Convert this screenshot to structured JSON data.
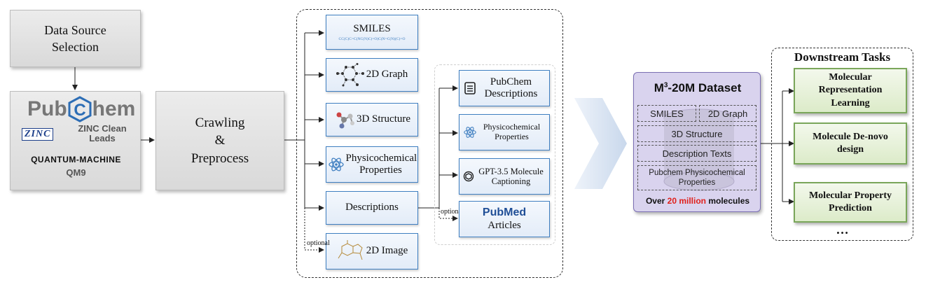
{
  "source": {
    "selection_label": "Data Source Selection",
    "pubchem_logo": "PubChem",
    "zinc_logo": "ZINC",
    "zinc_label": "ZINC Clean Leads",
    "qm_logo": "QUANTUM-MACHINE",
    "qm_label": "QM9"
  },
  "crawl": {
    "line1": "Crawling",
    "line2": "&",
    "line3": "Preprocess"
  },
  "modalities": [
    {
      "label": "SMILES",
      "sub": "CC(C)C=C(NC(N)C)=O)C(N=C(N)(C)=O"
    },
    {
      "label": "2D Graph"
    },
    {
      "label": "3D Structure"
    },
    {
      "label": "Physicochemical Properties"
    },
    {
      "label": "Descriptions"
    },
    {
      "label": "2D Image"
    }
  ],
  "optional_labels": [
    "optional",
    "optional"
  ],
  "descriptions_sources": [
    {
      "label": "PubChem Descriptions"
    },
    {
      "label": "Physicochemical Properties"
    },
    {
      "label": "GPT-3.5 Molecule Captioning"
    },
    {
      "label": "Articles",
      "logo": "PubMed"
    }
  ],
  "dataset": {
    "title_main": "M",
    "title_sup": "3",
    "title_rest": "-20M Dataset",
    "cells": [
      "SMILES",
      "2D Graph",
      "3D Structure",
      "Description Texts",
      "Pubchem Physicochemical Properties"
    ],
    "footer_pre": "Over",
    "footer_highlight": "20 million",
    "footer_post": "molecules",
    "highlight_color": "#e0201b"
  },
  "downstream": {
    "title": "Downstream Tasks",
    "tasks": [
      "Molecular Representation Learning",
      "Molecule De-novo design",
      "Molecular Property Prediction"
    ],
    "ellipsis": "…"
  },
  "colors": {
    "blue_border": "#3f7fc1",
    "green_border": "#7aa65a",
    "dataset_fill": "#d9d3ee",
    "dataset_border": "#7b6fb3",
    "pubchem_blue": "#2c6db5"
  },
  "icons": [
    "hexagon-c-icon",
    "graph-molecule-icon",
    "ball-stick-molecule-icon",
    "atom-icon",
    "document-icon",
    "openai-icon",
    "molecule-sketch-icon",
    "arrow-chevron-icon",
    "database-cylinder-icon"
  ]
}
